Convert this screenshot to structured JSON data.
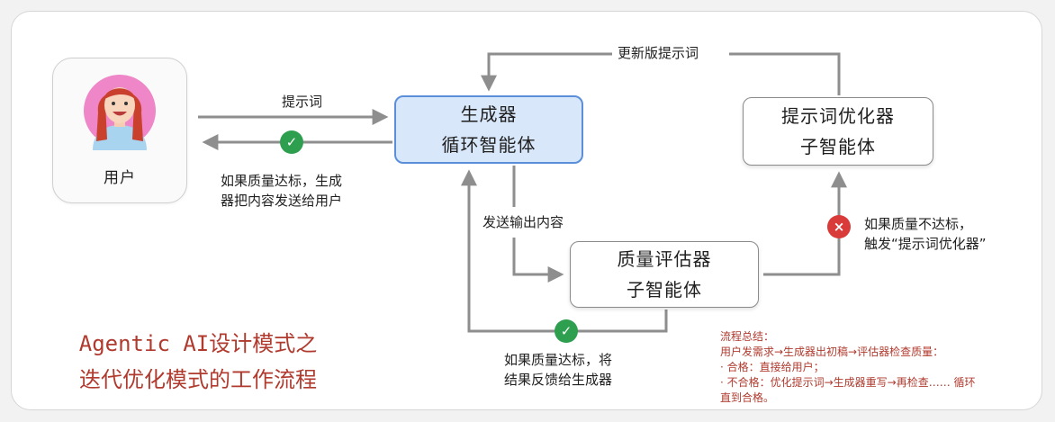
{
  "nodes": {
    "user": {
      "label": "用户"
    },
    "generator": {
      "line1": "生成器",
      "line2": "循环智能体"
    },
    "optimizer": {
      "line1": "提示词优化器",
      "line2": "子智能体"
    },
    "evaluator": {
      "line1": "质量评估器",
      "line2": "子智能体"
    }
  },
  "edges": {
    "top_loop": "更新版提示词",
    "prompt": "提示词",
    "success_to_user": [
      "如果质量达标，生成",
      "器把内容发送给用户"
    ],
    "send_output": "发送输出内容",
    "fail_trigger": [
      "如果质量不达标，",
      "触发“提示词优化器”"
    ],
    "feedback": [
      "如果质量达标，将",
      "结果反馈给生成器"
    ]
  },
  "title": [
    "Agentic AI设计模式之",
    "迭代优化模式的工作流程"
  ],
  "summary": [
    "流程总结：",
    "用户发需求→生成器出初稿→评估器检查质量：",
    "· 合格：直接给用户；",
    "· 不合格：优化提示词→生成器重写→再检查…… 循环",
    "直到合格。"
  ],
  "colors": {
    "accent_red": "#b03a2e",
    "generator_fill": "#d9e7fa",
    "generator_border": "#5b8fd9",
    "ok_green": "#2e9e4f",
    "fail_red": "#d93b3b",
    "arrow_gray": "#8e8e8e"
  },
  "icons": [
    "user-avatar-icon",
    "check-icon",
    "cross-icon"
  ]
}
